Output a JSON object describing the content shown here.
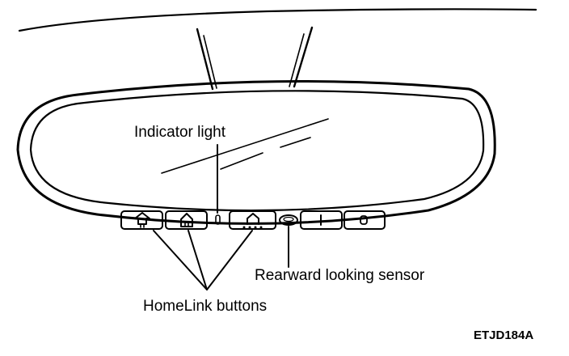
{
  "labels": {
    "indicator_light": "Indicator light",
    "rearward_sensor": "Rearward looking sensor",
    "homelink_buttons": "HomeLink buttons",
    "figure_code": "ETJD184A"
  },
  "buttons": [
    {
      "name": "homelink-button-1",
      "icon": "up-arrow-house-icon"
    },
    {
      "name": "homelink-button-2",
      "icon": "house-icon"
    },
    {
      "name": "homelink-button-3",
      "icon": "house-with-dots-icon"
    },
    {
      "name": "power-on-button",
      "icon": "on-bar-icon",
      "symbol": "I"
    },
    {
      "name": "power-off-button",
      "icon": "off-circle-icon",
      "symbol": "O"
    }
  ],
  "colors": {
    "ink": "#000000",
    "background": "#ffffff"
  }
}
